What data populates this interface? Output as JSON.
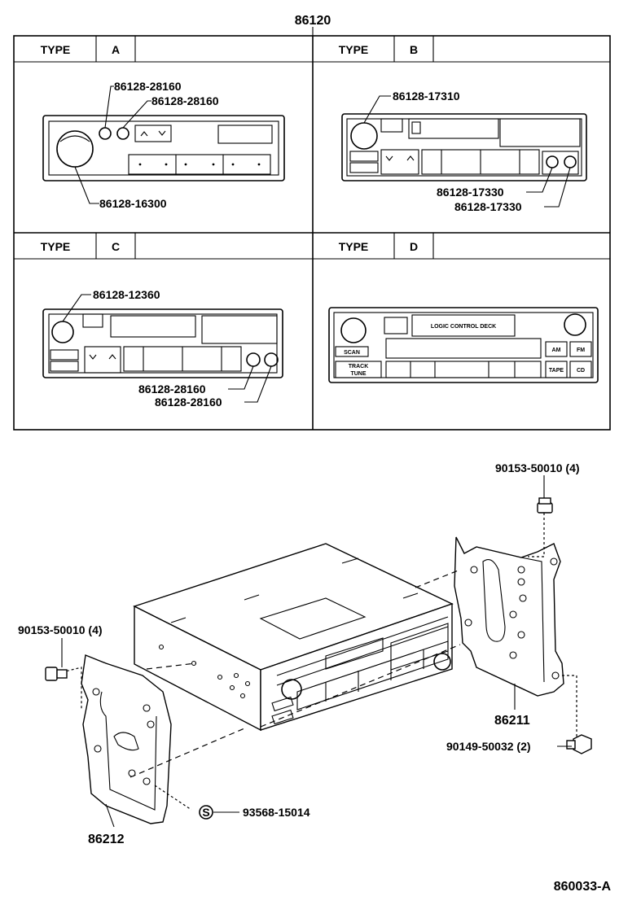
{
  "title_part": "86120",
  "table": {
    "type_label": "TYPE",
    "panels": [
      {
        "type": "A",
        "parts": [
          "86128-28160",
          "86128-28160",
          "86128-16300"
        ]
      },
      {
        "type": "B",
        "parts": [
          "86128-17310",
          "86128-17330",
          "86128-17330"
        ]
      },
      {
        "type": "C",
        "parts": [
          "86128-12360",
          "86128-28160",
          "86128-28160"
        ]
      },
      {
        "type": "D",
        "parts": [],
        "panel_text": {
          "logic": "LOGIC CONTROL DECK",
          "am": "AM",
          "fm": "FM",
          "tape": "TAPE",
          "cd": "CD",
          "scan": "SCAN",
          "track": "TRACK",
          "tune": "TUNE"
        }
      }
    ]
  },
  "exploded": {
    "bolt_upper_right": "90153-50010 (4)",
    "bolt_left": "90153-50010 (4)",
    "bracket_right": "86211",
    "bolt_lower_right": "90149-50032 (2)",
    "screw_part": "93568-15014",
    "screw_symbol": "S",
    "bracket_left": "86212"
  },
  "figure_code": "860033-A"
}
